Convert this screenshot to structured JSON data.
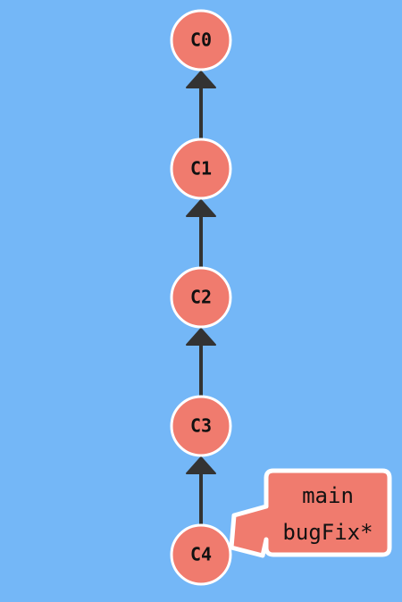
{
  "colors": {
    "background": "#74b7f7",
    "commit_fill": "#f07b6e",
    "commit_stroke": "#ffffff",
    "edge": "#333333",
    "label_fill": "#f07b6e",
    "label_stroke": "#ffffff"
  },
  "commits": [
    {
      "id": "C0",
      "parent": null
    },
    {
      "id": "C1",
      "parent": "C0"
    },
    {
      "id": "C2",
      "parent": "C1"
    },
    {
      "id": "C3",
      "parent": "C2"
    },
    {
      "id": "C4",
      "parent": "C3"
    }
  ],
  "refs": {
    "target": "C4",
    "lines": [
      "main",
      "bugFix*"
    ]
  }
}
